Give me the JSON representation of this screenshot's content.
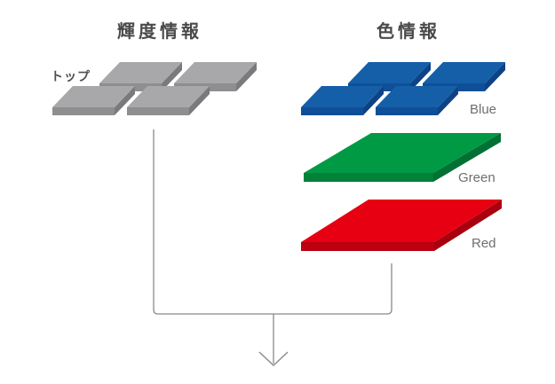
{
  "diagram": {
    "left": {
      "title": "輝度情報",
      "tile_label": "トップ"
    },
    "right": {
      "title": "色情報",
      "blue_label": "Blue",
      "green_label": "Green",
      "red_label": "Red"
    }
  },
  "colors": {
    "gray": {
      "top": "#a8a8aa",
      "front": "#8e8e90",
      "side": "#7a7a7c"
    },
    "blue": {
      "top": "#155fa9",
      "front": "#104f98",
      "side": "#0d4284"
    },
    "green": {
      "top": "#009a44",
      "front": "#00813a",
      "side": "#007034"
    },
    "red": {
      "top": "#e60012",
      "front": "#bb0010",
      "side": "#a8000e"
    },
    "connector": "#8a8a8a",
    "title_text": "#4a4a4a",
    "label_text": "#6e6e6e"
  }
}
